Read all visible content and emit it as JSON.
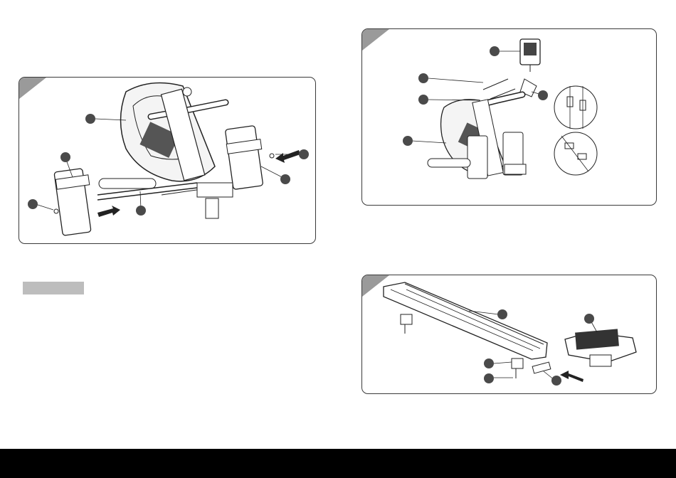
{
  "page": {
    "title": "",
    "sections": [
      {
        "id": "step-left",
        "title": "",
        "text": ""
      },
      {
        "id": "step-right-top",
        "title": "",
        "text": ""
      },
      {
        "id": "step-right-bottom",
        "title": "",
        "text": ""
      }
    ],
    "note_label": "",
    "footer": ""
  },
  "colors": {
    "frame": "#3a3a3a",
    "tab": "#9a9a9a",
    "label_bar": "#bdbdbd",
    "footer_bar": "#000000"
  },
  "icons": {
    "leg_assembly": "footrest-assembly-diagram",
    "console_assembly": "console-wiring-diagram",
    "rail_assembly": "rail-seat-diagram"
  }
}
